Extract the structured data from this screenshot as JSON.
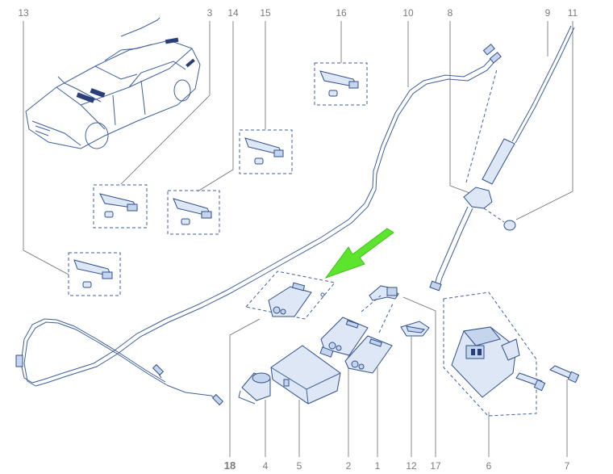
{
  "callouts": {
    "c13": "13",
    "c3": "3",
    "c14": "14",
    "c15": "15",
    "c16": "16",
    "c10": "10",
    "c8": "8",
    "c9": "9",
    "c11": "11",
    "c18": "18",
    "c4": "4",
    "c5": "5",
    "c2": "2",
    "c1": "1",
    "c12": "12",
    "c17": "17",
    "c6": "6",
    "c7": "7"
  },
  "colors": {
    "line": "#3d5f9c",
    "part_fill": "#dde7f6",
    "highlight_arrow": "#5de52e",
    "callout_text": "#7b7b7b"
  },
  "icons": {
    "highlight": "green-pointer-arrow"
  }
}
